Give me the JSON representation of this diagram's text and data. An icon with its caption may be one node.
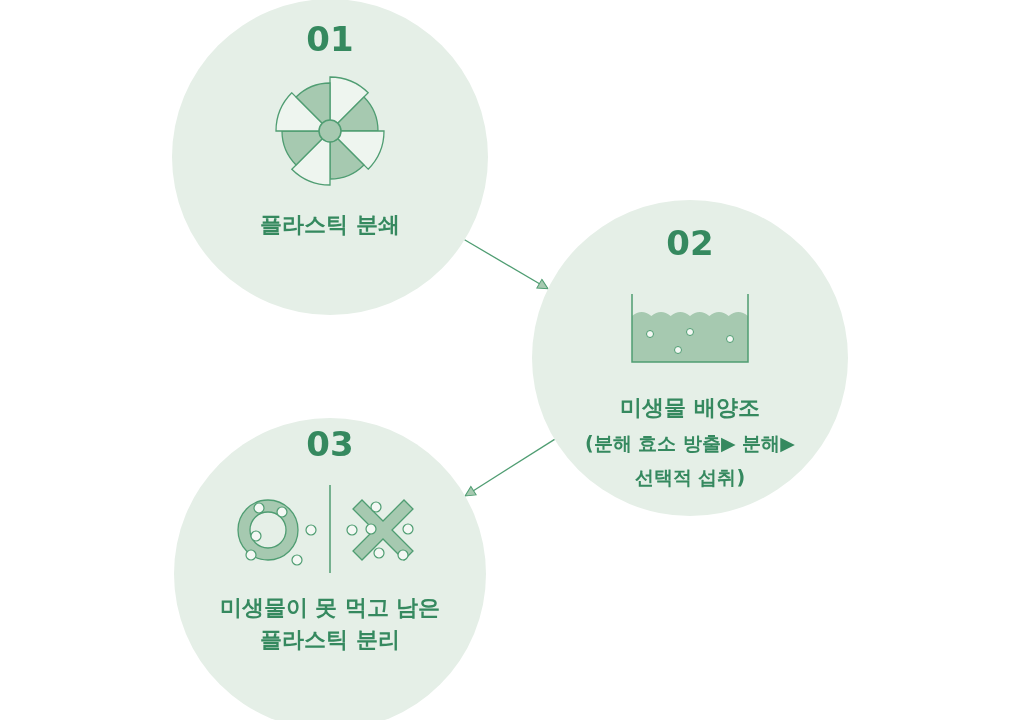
{
  "diagram": {
    "nodes": [
      {
        "text": [
          "01",
          "플라스틱 분쇄"
        ]
      },
      {
        "text": [
          "02",
          "미생물 배양조",
          "(분해 효소 방출▶ 분해▶ 선택적 섭취)"
        ]
      },
      {
        "text": [
          "03",
          "미생물이 못 먹고 남은 플라스틱 분리"
        ]
      }
    ],
    "edges": [
      {
        "from": 0,
        "to": 1,
        "arrow": "to"
      },
      {
        "from": 1,
        "to": 2,
        "arrow": "to"
      }
    ]
  }
}
